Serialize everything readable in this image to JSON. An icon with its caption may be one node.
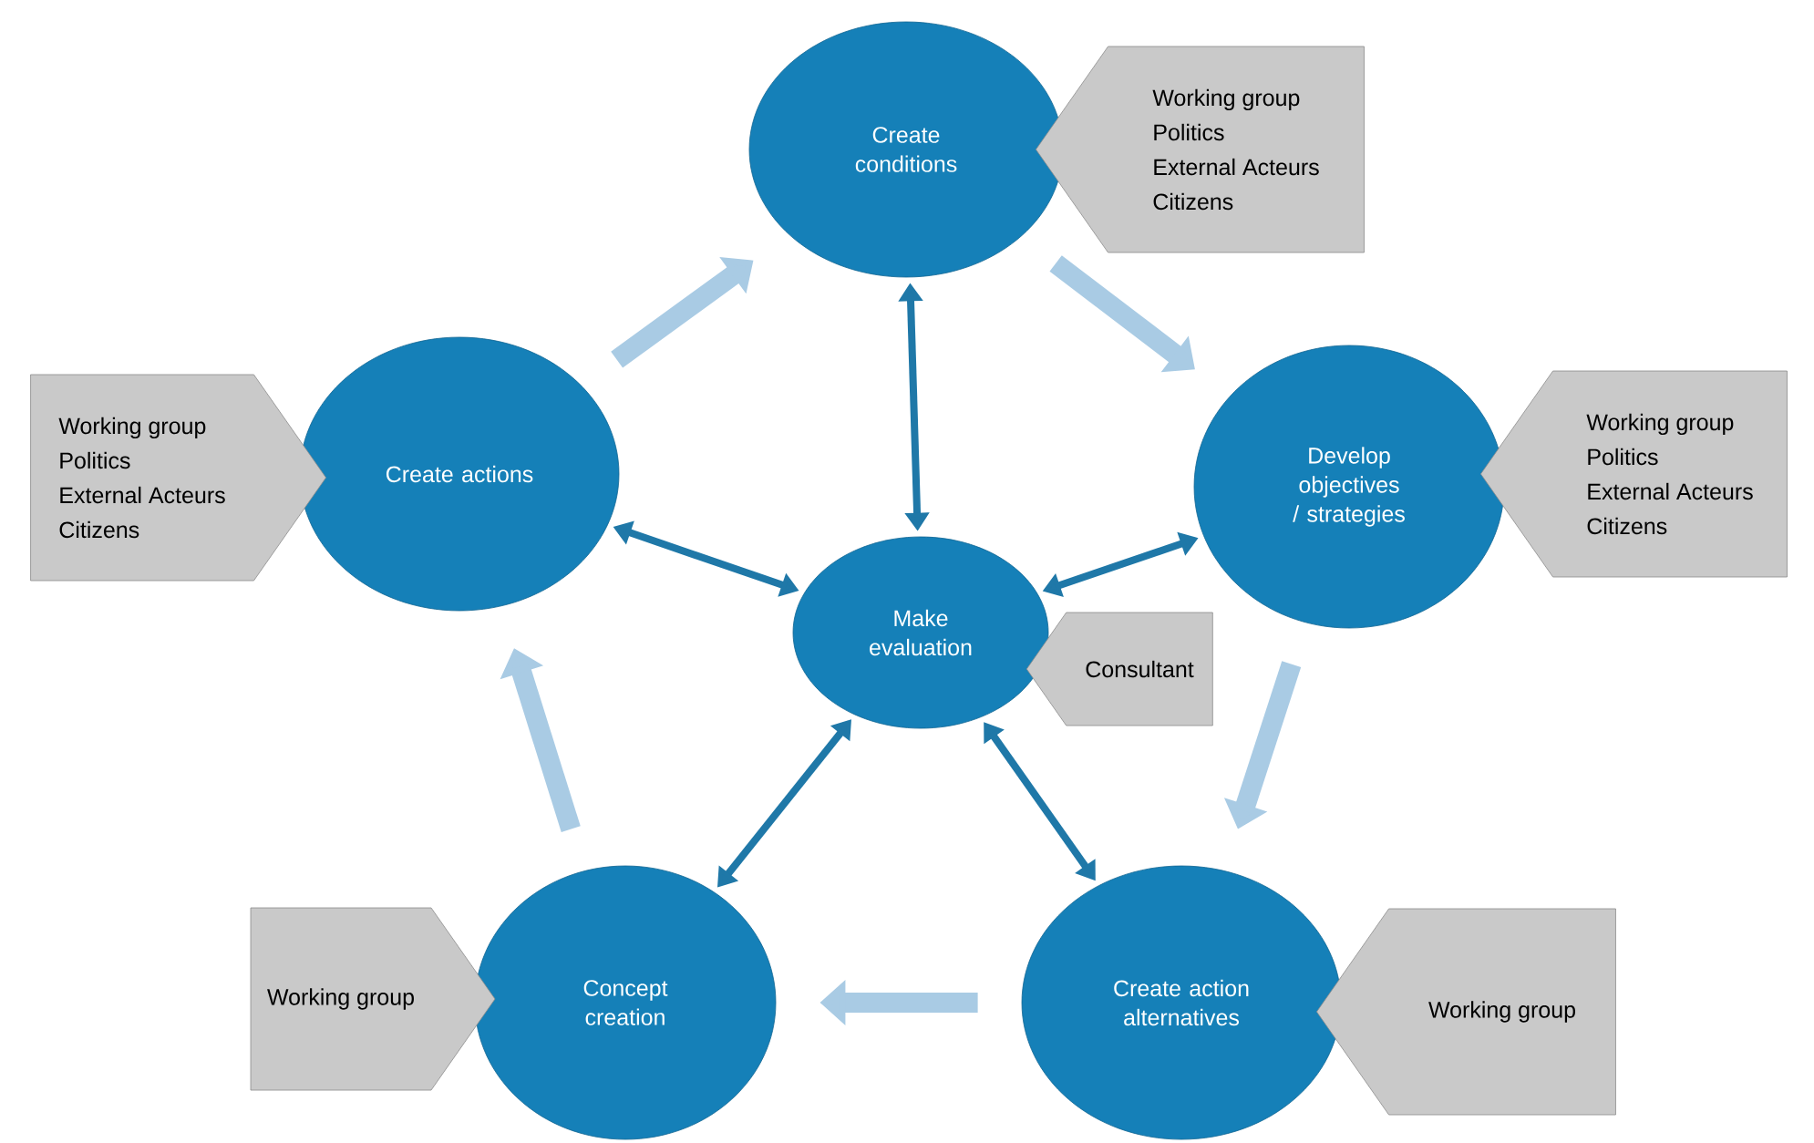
{
  "diagram": {
    "nodes": [
      {
        "text": [
          "Create conditions"
        ]
      },
      {
        "text": [
          "Working group",
          "Politics",
          "External Acteurs",
          "Citizens"
        ]
      },
      {
        "text": [
          "Create actions"
        ]
      },
      {
        "text": [
          "Working group",
          "Politics",
          "External Acteurs",
          "Citizens"
        ]
      },
      {
        "text": [
          "Develop objectives / strategies"
        ]
      },
      {
        "text": [
          "Working group",
          "Politics",
          "External Acteurs",
          "Citizens"
        ]
      },
      {
        "text": [
          "Make evaluation"
        ]
      },
      {
        "text": [
          "Consultant"
        ]
      },
      {
        "text": [
          "Concept creation"
        ]
      },
      {
        "text": [
          "Working group"
        ]
      },
      {
        "text": [
          "Create action alternatives"
        ]
      },
      {
        "text": [
          "Working group"
        ]
      }
    ],
    "edges": [
      {
        "from": 2,
        "to": 0,
        "arrow": "to",
        "style": "thick",
        "color": "#a9cbe4"
      },
      {
        "from": 0,
        "to": 4,
        "arrow": "to",
        "style": "thick",
        "color": "#a9cbe4"
      },
      {
        "from": 4,
        "to": 10,
        "arrow": "to",
        "style": "thick",
        "color": "#a9cbe4"
      },
      {
        "from": 10,
        "to": 8,
        "arrow": "to",
        "style": "thick",
        "color": "#a9cbe4"
      },
      {
        "from": 8,
        "to": 2,
        "arrow": "to",
        "style": "thick",
        "color": "#a9cbe4"
      },
      {
        "from": 0,
        "to": 6,
        "arrow": "both",
        "color": "#1f78a8"
      },
      {
        "from": 2,
        "to": 6,
        "arrow": "both",
        "color": "#1f78a8"
      },
      {
        "from": 4,
        "to": 6,
        "arrow": "both",
        "color": "#1f78a8"
      },
      {
        "from": 8,
        "to": 6,
        "arrow": "both",
        "color": "#1f78a8"
      },
      {
        "from": 10,
        "to": 6,
        "arrow": "both",
        "color": "#1f78a8"
      }
    ]
  }
}
